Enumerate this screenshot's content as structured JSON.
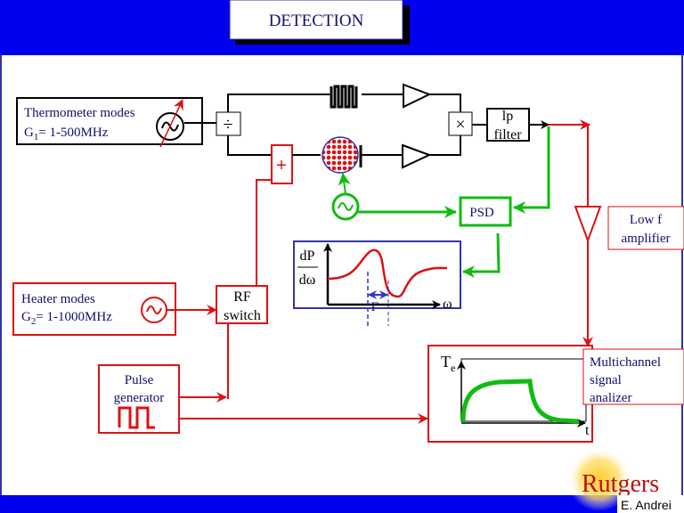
{
  "header": {
    "title": "DETECTION"
  },
  "colors": {
    "band": "#0000ee",
    "signal_red": "#dd1111",
    "reference_green": "#11bb11",
    "text_navy": "#101070"
  },
  "blocks": {
    "thermometer": {
      "line1": "Thermometer modes",
      "line2_prefix": "G",
      "line2_sub": "1",
      "line2_suffix": "= 1-500MHz"
    },
    "heater": {
      "line1": "Heater modes",
      "line2_prefix": "G",
      "line2_sub": "2",
      "line2_suffix": "= 1-1000MHz"
    },
    "splitter_symbol": "÷",
    "mixer_symbol": "×",
    "adder_symbol": "+",
    "lp_filter": {
      "line1": "lp",
      "line2": "filter"
    },
    "psd": "PSD",
    "low_f_amplifier": {
      "line1": "Low f",
      "line2": "amplifier"
    },
    "rf_switch": {
      "line1": "RF",
      "line2": "switch"
    },
    "pulse_generator": {
      "line1": "Pulse",
      "line2": "generator"
    },
    "analyzer": {
      "line1": "Multichannel",
      "line2": "signal",
      "line3": "analizer"
    }
  },
  "resonance_plot": {
    "ylabel_num": "dP",
    "ylabel_den": "dω",
    "xlabel": "ω",
    "width_label": "Γ"
  },
  "response_plot": {
    "ylabel": "T",
    "ylabel_sub": "e",
    "xlabel": "t"
  },
  "footer": {
    "logo": "Rutgers",
    "author": "E. Andrei"
  }
}
